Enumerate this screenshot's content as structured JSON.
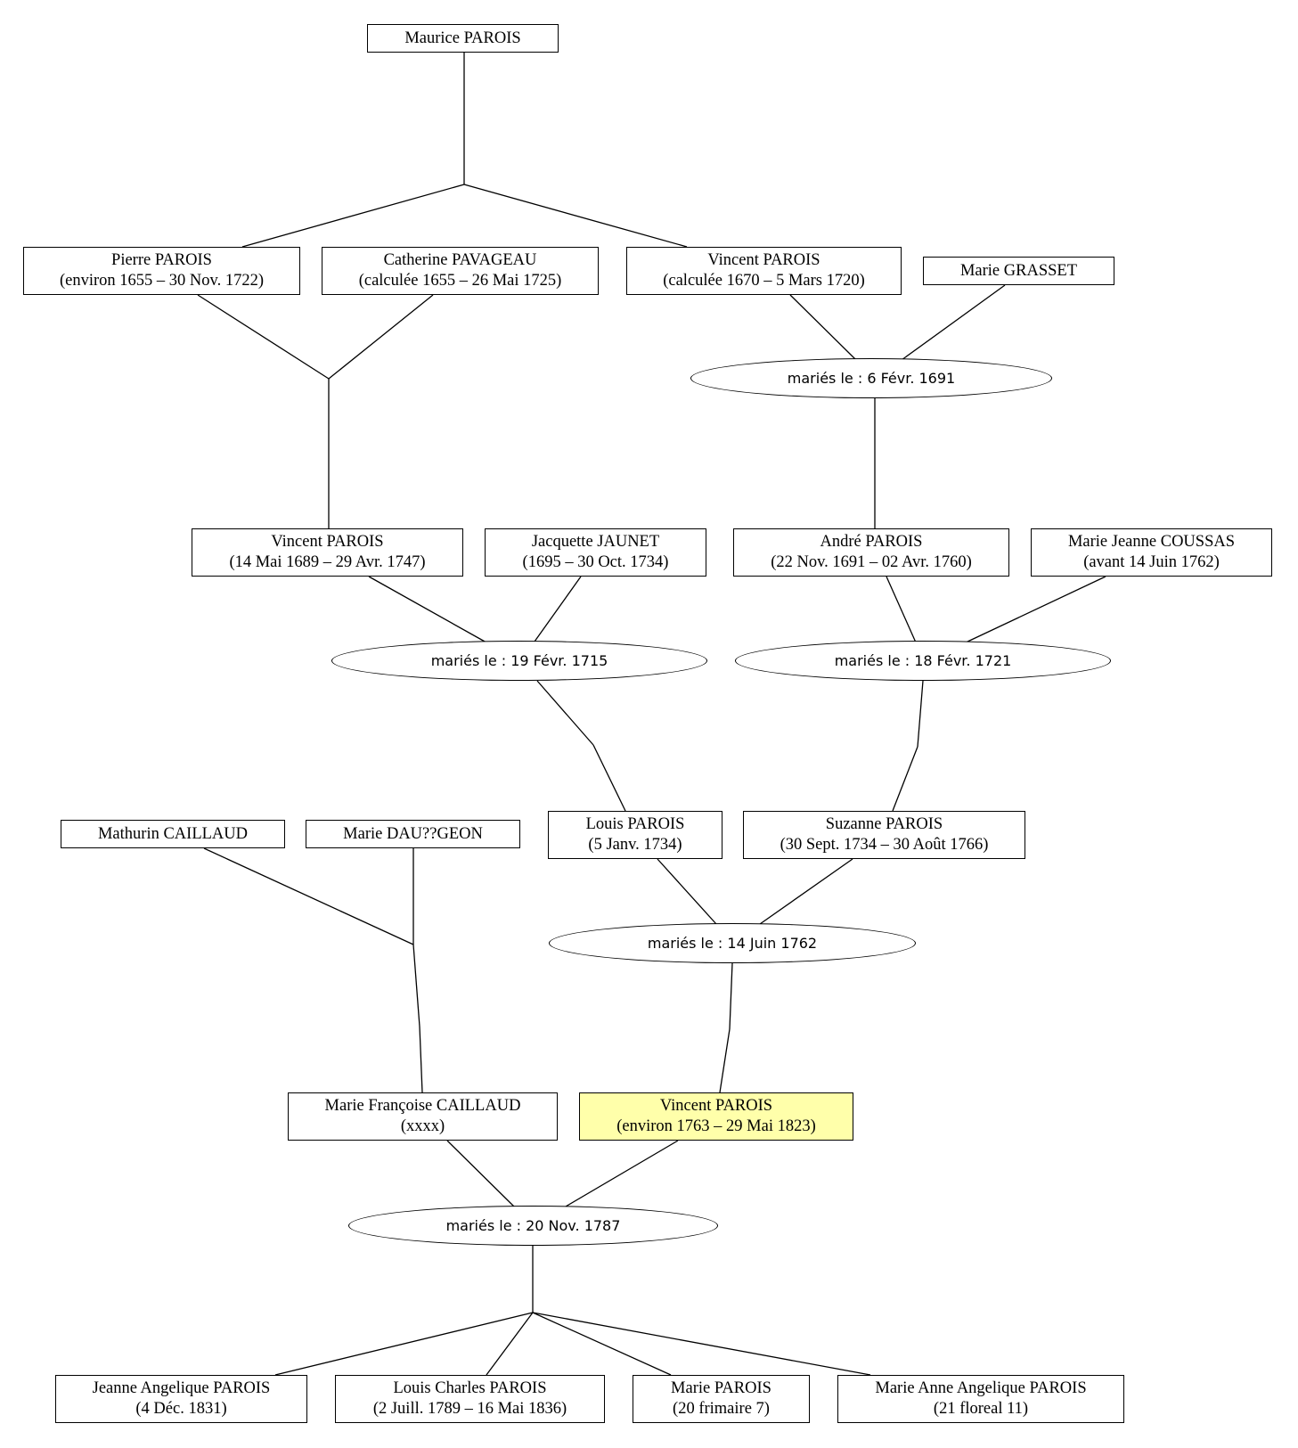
{
  "persons": {
    "maurice": {
      "name": "Maurice PAROIS",
      "dates": ""
    },
    "pierre": {
      "name": "Pierre PAROIS",
      "dates": "(environ 1655 – 30 Nov. 1722)"
    },
    "catherine": {
      "name": "Catherine PAVAGEAU",
      "dates": "(calculée 1655 – 26 Mai 1725)"
    },
    "vincent1670": {
      "name": "Vincent PAROIS",
      "dates": "(calculée 1670 – 5 Mars 1720)"
    },
    "marie_grasset": {
      "name": "Marie GRASSET",
      "dates": ""
    },
    "vincent1689": {
      "name": "Vincent PAROIS",
      "dates": "(14 Mai 1689 – 29 Avr. 1747)"
    },
    "jacquette": {
      "name": "Jacquette JAUNET",
      "dates": "(1695 – 30 Oct. 1734)"
    },
    "andre": {
      "name": "André PAROIS",
      "dates": "(22 Nov. 1691 – 02 Avr. 1760)"
    },
    "marie_jeanne": {
      "name": "Marie Jeanne COUSSAS",
      "dates": "(avant 14 Juin 1762)"
    },
    "mathurin": {
      "name": "Mathurin CAILLAUD",
      "dates": ""
    },
    "marie_dau": {
      "name": "Marie DAU??GEON",
      "dates": ""
    },
    "louis": {
      "name": "Louis PAROIS",
      "dates": "(5 Janv. 1734)"
    },
    "suzanne": {
      "name": "Suzanne PAROIS",
      "dates": "(30 Sept. 1734 – 30 Août 1766)"
    },
    "marie_francoise": {
      "name": "Marie Françoise CAILLAUD",
      "dates": "(xxxx)"
    },
    "vincent1763": {
      "name": "Vincent PAROIS",
      "dates": "(environ 1763 – 29 Mai 1823)"
    },
    "jeanne_angelique": {
      "name": "Jeanne Angelique PAROIS",
      "dates": "(4 Déc. 1831)"
    },
    "louis_charles": {
      "name": "Louis Charles PAROIS",
      "dates": "(2 Juill. 1789 – 16 Mai 1836)"
    },
    "marie_parois": {
      "name": "Marie PAROIS",
      "dates": "(20 frimaire 7)"
    },
    "marie_anne": {
      "name": "Marie Anne Angelique PAROIS",
      "dates": "(21 floreal 11)"
    }
  },
  "marriages": {
    "m1691": "mariés le : 6 Févr. 1691",
    "m1715": "mariés le : 19 Févr. 1715",
    "m1721": "mariés le : 18 Févr. 1721",
    "m1762": "mariés le : 14 Juin 1762",
    "m1787": "mariés le : 20 Nov. 1787"
  },
  "colors": {
    "highlight": "#ffffaa",
    "border": "#000000"
  }
}
